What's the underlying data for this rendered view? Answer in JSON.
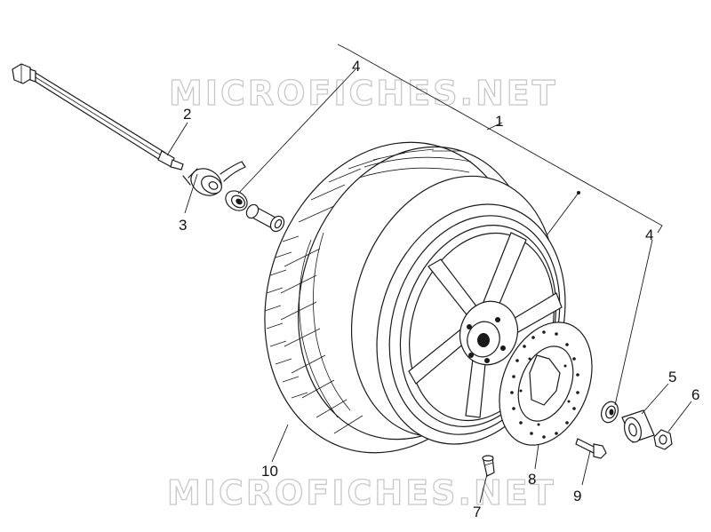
{
  "watermark": {
    "top": "MICROFICHES.NET",
    "bottom": "MICROFICHES.NET"
  },
  "callouts": {
    "c1": "1",
    "c2": "2",
    "c3": "3",
    "c4a": "4",
    "c4b": "4",
    "c5": "5",
    "c6": "6",
    "c7": "7",
    "c8": "8",
    "c9": "9",
    "c10": "10"
  }
}
